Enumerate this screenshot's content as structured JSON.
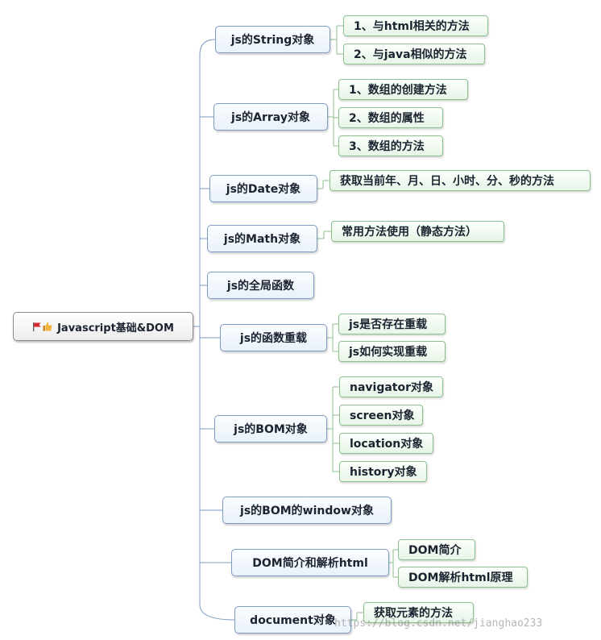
{
  "root": {
    "label": "Javascript基础&DOM",
    "icons": [
      "flag-icon",
      "thumbs-up-icon"
    ]
  },
  "branches": [
    {
      "label": "js的String对象",
      "children": [
        "1、与html相关的方法",
        "2、与java相似的方法"
      ]
    },
    {
      "label": "js的Array对象",
      "children": [
        "1、数组的创建方法",
        "2、数组的属性",
        "3、数组的方法"
      ]
    },
    {
      "label": "js的Date对象",
      "children": [
        "获取当前年、月、日、小时、分、秒的方法"
      ]
    },
    {
      "label": "js的Math对象",
      "children": [
        "常用方法使用（静态方法）"
      ]
    },
    {
      "label": "js的全局函数",
      "children": []
    },
    {
      "label": "js的函数重载",
      "children": [
        "js是否存在重载",
        "js如何实现重载"
      ]
    },
    {
      "label": "js的BOM对象",
      "children": [
        "navigator对象",
        "screen对象",
        "location对象",
        "history对象"
      ]
    },
    {
      "label": "js的BOM的window对象",
      "children": []
    },
    {
      "label": "DOM简介和解析html",
      "children": [
        "DOM简介",
        "DOM解析html原理"
      ]
    },
    {
      "label": "document对象",
      "children": [
        "获取元素的方法"
      ]
    }
  ],
  "watermark": "https://blog.csdn.net/jianghao233",
  "colors": {
    "main_border": "#7d9cc2",
    "sub_border": "#8cc08c",
    "connector_main": "#7d9cc2",
    "connector_sub": "#8cc08c"
  }
}
